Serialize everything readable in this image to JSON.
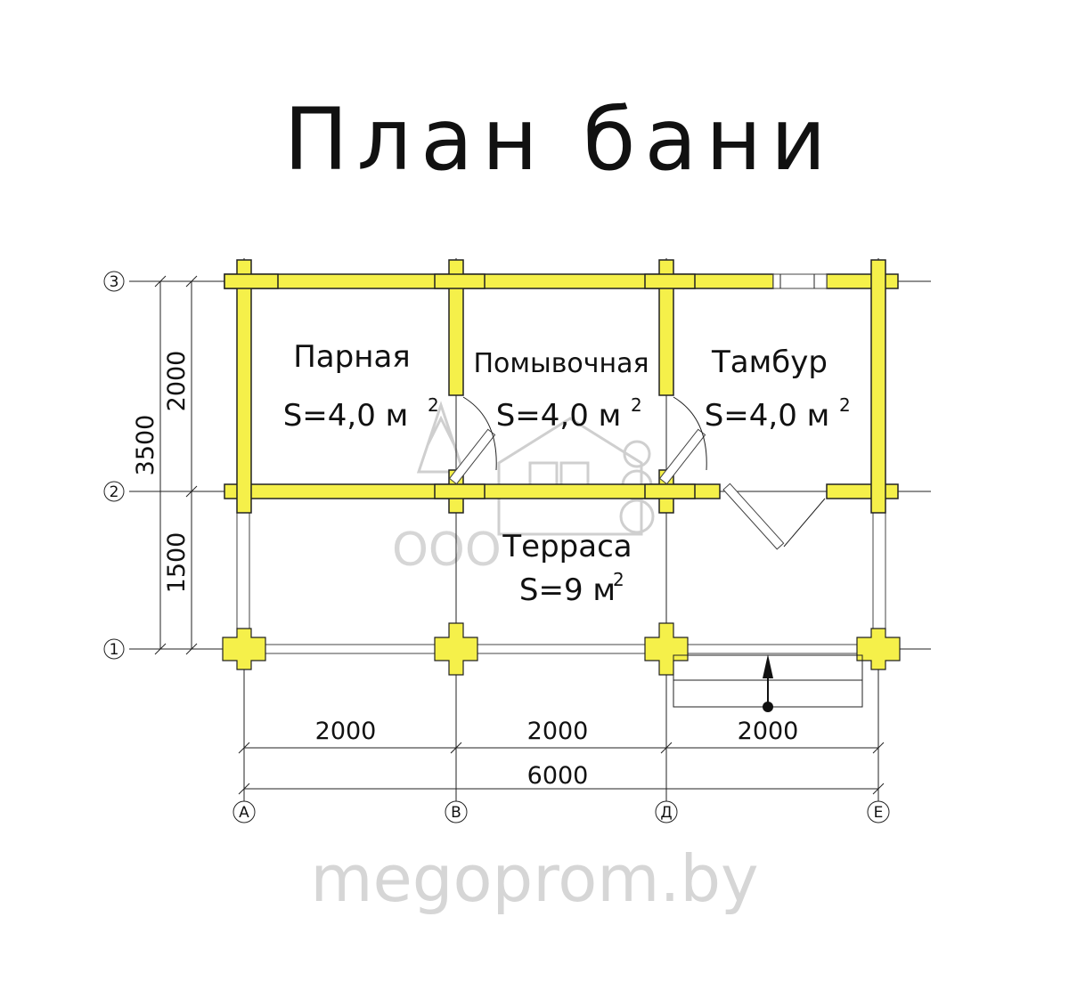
{
  "title": "План бани",
  "rooms": [
    {
      "name": "Парная",
      "area": "S=4,0 м",
      "sup": "2"
    },
    {
      "name": "Помывочная",
      "area": "S=4,0 м",
      "sup": "2"
    },
    {
      "name": "Тамбур",
      "area": "S=4,0 м",
      "sup": "2"
    },
    {
      "name": "Терраса",
      "area": "S=9 м",
      "sup": "2"
    }
  ],
  "dimensions": {
    "horizontal": [
      "2000",
      "2000",
      "2000"
    ],
    "total_horizontal": "6000",
    "vertical": [
      "2000",
      "1500"
    ],
    "total_vertical": "3500"
  },
  "axes": {
    "rows": [
      "3",
      "2",
      "1"
    ],
    "columns": [
      "А",
      "В",
      "Д",
      "Е"
    ]
  },
  "watermark": {
    "site": "megoprom.by",
    "company": "ООО"
  },
  "colors": {
    "wall": "#f5f04a",
    "line": "#222222"
  }
}
